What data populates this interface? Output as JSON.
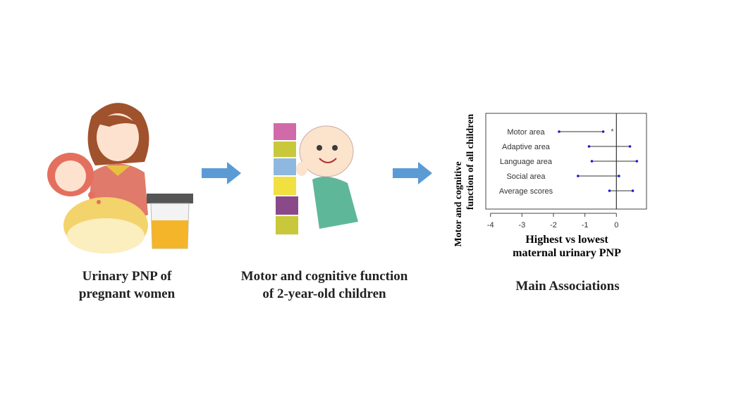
{
  "panels": [
    {
      "caption_line1": "Urinary PNP of",
      "caption_line2": "pregnant women"
    },
    {
      "caption_line1": "Motor and cognitive function",
      "caption_line2": "of 2-year-old children"
    },
    {
      "caption": "Main Associations"
    }
  ],
  "colors": {
    "arrow": "#5b9bd5",
    "point": "#1a1acc",
    "line": "#333333"
  },
  "chart_data": {
    "type": "forest",
    "ylabel_line1": "Motor and cognitive",
    "ylabel_line2": "function of all children",
    "xlabel_line1": "Highest vs lowest",
    "xlabel_line2": "maternal urinary PNP",
    "xlim": [
      -4.1,
      0.8
    ],
    "xticks": [
      -4,
      -3,
      -2,
      -1,
      0
    ],
    "reference_line": 0,
    "rows": [
      {
        "label": "Motor area",
        "lower": -1.82,
        "upper": -0.42,
        "significant": true,
        "marker": "*"
      },
      {
        "label": "Adaptive area",
        "lower": -0.87,
        "upper": 0.43,
        "significant": false
      },
      {
        "label": "Language area",
        "lower": -0.78,
        "upper": 0.65,
        "significant": false
      },
      {
        "label": "Social area",
        "lower": -1.22,
        "upper": 0.08,
        "significant": false
      },
      {
        "label": "Average scores",
        "lower": -0.22,
        "upper": 0.52,
        "significant": false
      }
    ]
  }
}
